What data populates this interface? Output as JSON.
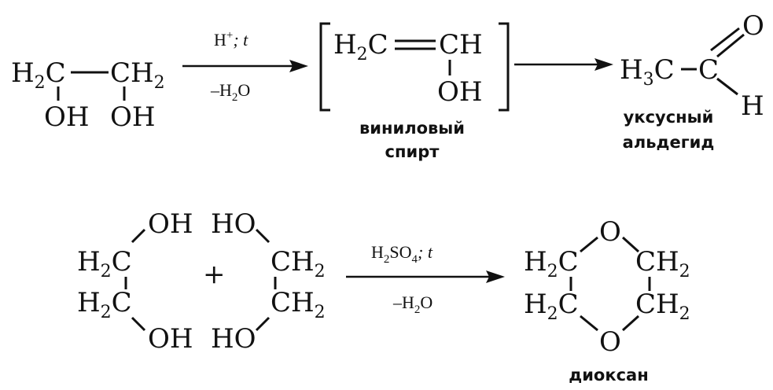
{
  "reaction1": {
    "reactant": {
      "c1": "H",
      "c1_sub": "2",
      "c1_tail": "C",
      "c2": "CH",
      "c2_sub": "2",
      "oh1": "OH",
      "oh2": "OH"
    },
    "arrow1": {
      "above": "H",
      "above_sup": "+",
      "above_tail": "; t",
      "below": "–H",
      "below_sub": "2",
      "below_tail": "O"
    },
    "intermediate": {
      "left": "H",
      "left_sub": "2",
      "left_tail": "C",
      "right": "CH",
      "oh": "OH",
      "caption_line1": "виниловый",
      "caption_line2": "спирт"
    },
    "product": {
      "ch3": "H",
      "ch3_sub": "3",
      "ch3_tail": "C",
      "c": "C",
      "o": "O",
      "h": "H",
      "caption_line1": "уксусный",
      "caption_line2": "альдегид"
    }
  },
  "reaction2": {
    "glycol_a": {
      "oh_top": "OH",
      "oh_bottom": "OH",
      "ch2_top": "H",
      "ch2_top_sub": "2",
      "ch2_top_tail": "C",
      "ch2_bottom": "H",
      "ch2_bottom_sub": "2",
      "ch2_bottom_tail": "C"
    },
    "plus": "+",
    "glycol_b": {
      "ho_top": "HO",
      "ho_bottom": "HO",
      "ch2_top": "CH",
      "ch2_top_sub": "2",
      "ch2_bottom": "CH",
      "ch2_bottom_sub": "2"
    },
    "arrow2": {
      "above": "H",
      "above_sub1": "2",
      "above_mid": "SO",
      "above_sub2": "4",
      "above_tail": "; t",
      "below": "–H",
      "below_sub": "2",
      "below_tail": "O"
    },
    "dioxane": {
      "tl": "H",
      "tl_sub": "2",
      "tl_tail": "C",
      "bl": "H",
      "bl_sub": "2",
      "bl_tail": "C",
      "tr": "CH",
      "tr_sub": "2",
      "br": "CH",
      "br_sub": "2",
      "o_top": "O",
      "o_bottom": "O",
      "caption": "диоксан"
    }
  }
}
